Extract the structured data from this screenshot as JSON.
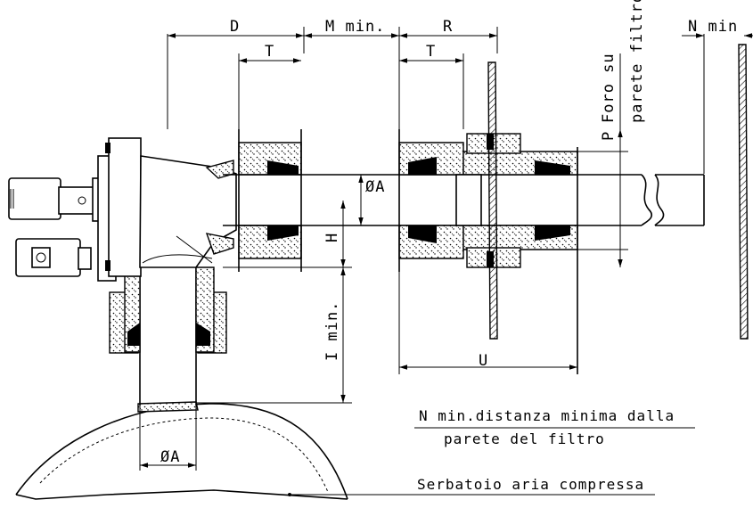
{
  "labels": {
    "D": "D",
    "M_min": "M  min.",
    "R": "R",
    "N_min": "N  min",
    "T_left": "T",
    "T_right": "T",
    "P": "P",
    "foro_line1": "Foro  su",
    "foro_line2": "parete  filtro",
    "diameter_pipe": "ØA",
    "diameter_vertical": "ØA",
    "H": "H",
    "I_min": "I  min.",
    "U": "U"
  },
  "notes": {
    "n_line1": "N  min.distanza  minima  dalla",
    "n_line2": "parete  del  filtro",
    "tank": "Serbatoio  aria  compressa"
  }
}
